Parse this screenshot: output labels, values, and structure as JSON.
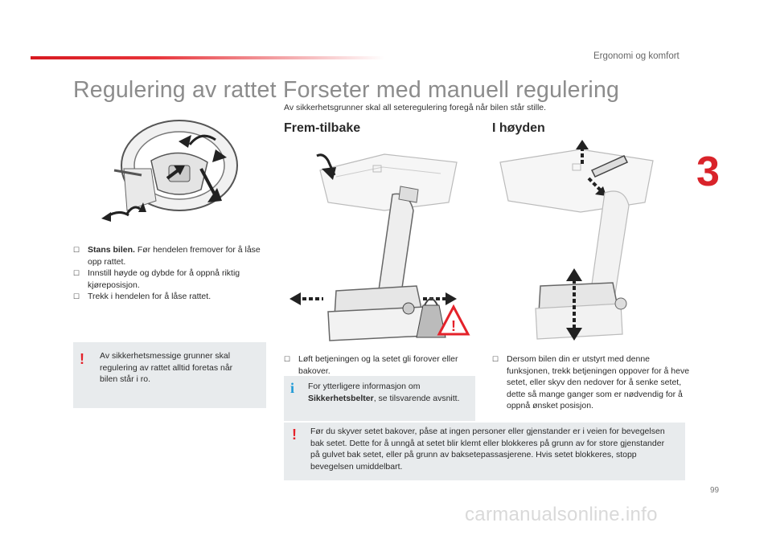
{
  "header": {
    "section_name": "Ergonomi og komfort",
    "chapter_number": "3",
    "page_number": "99",
    "accent_color": "#d71920"
  },
  "left": {
    "title": "Regulering av rattet",
    "bullets": [
      {
        "bold": "Stans bilen.",
        "text": " Før hendelen fremover for å låse opp rattet."
      },
      {
        "bold": "",
        "text": "Innstill høyde og dybde for å oppnå riktig kjøreposisjon."
      },
      {
        "bold": "",
        "text": "Trekk i hendelen for å låse rattet."
      }
    ],
    "warning": "Av sikkerhetsmessige grunner skal regulering av rattet alltid foretas når bilen står i ro."
  },
  "right": {
    "title": "Forseter med manuell regulering",
    "subtitle": "Av sikkerhetsgrunner skal all seteregulering foregå når bilen står stille.",
    "col1": {
      "heading": "Frem-tilbake",
      "bullet": "Løft betjeningen og la setet gli forover eller bakover.",
      "info_prefix": "For ytterligere informasjon om ",
      "info_bold": "Sikkerhetsbelter",
      "info_suffix": ", se tilsvarende avsnitt."
    },
    "col2": {
      "heading": "I høyden",
      "bullet": "Dersom bilen din er utstyrt med denne funksjonen, trekk betjeningen oppover for å heve setet, eller skyv den nedover for å senke setet, dette så mange ganger som er nødvendig for å oppnå ønsket posisjon."
    },
    "warning": "Før du skyver setet bakover, påse at ingen personer eller gjenstander er i veien for bevegelsen bak setet. Dette for å unngå at setet blir klemt eller blokkeres på grunn av for store gjenstander på gulvet bak setet, eller på grunn av baksetepassasjerene. Hvis setet blokkeres, stopp bevegelsen umiddelbart."
  },
  "icons": {
    "bullet": "checkbox-bullet-icon",
    "warning": "exclamation-icon",
    "info": "info-icon",
    "hazard": "warning-triangle-icon"
  },
  "watermark": "carmanualsonline.info"
}
